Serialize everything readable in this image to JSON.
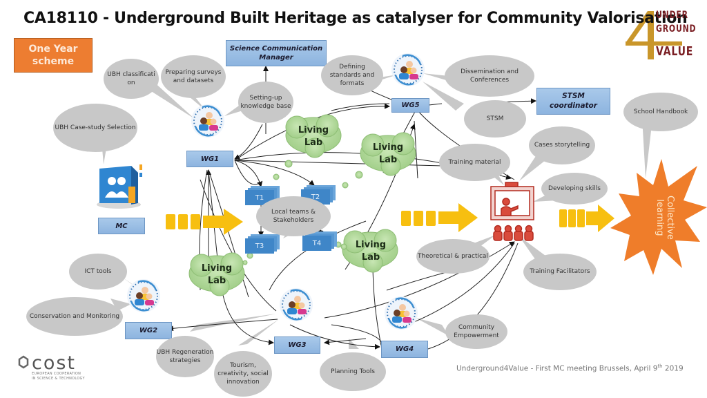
{
  "title": "CA18110 - Underground Built Heritage as catalyser for Community Valorisation",
  "scheme_label": "One Year scheme",
  "logo": {
    "number": "4",
    "lines": [
      "UNDER",
      "GROUND",
      "VALUE"
    ]
  },
  "cost_logo": {
    "word": "cost",
    "line1": "EUROPEAN COOPERATION",
    "line2": "IN SCIENCE & TECHNOLOGY"
  },
  "footer": {
    "text": "Underground4Value  - First MC meeting  Brussels, April 9",
    "sup": "th",
    "year": " 2019"
  },
  "boxes": {
    "scm": "Science Communication Manager",
    "stsm_coord": "STSM coordinator",
    "mc": "MC",
    "wg1": "WG1",
    "wg2": "WG2",
    "wg3": "WG3",
    "wg4": "WG4",
    "wg5": "WG5"
  },
  "tasks": [
    "T1",
    "T2",
    "T3",
    "T4"
  ],
  "living_lab": "Living Lab",
  "collective": "Collective learning",
  "bubbles": {
    "ubh_class": "UBH classificati on",
    "surveys": "Preparing surveys and datasets",
    "knowledge": "Setting-up knowledge base",
    "case_study": "UBH Case-study Selection",
    "standards": "Defining standards and formats",
    "dissemination": "Dissemination and Conferences",
    "stsm": "STSM",
    "school": "School Handbook",
    "cases": "Cases storytelling",
    "training_mat": "Training material",
    "skills": "Developing skills",
    "local_teams": "Local teams & Stakeholders",
    "theoretical": "Theoretical & practical",
    "facilitators": "Training Facilitators",
    "ict": "ICT tools",
    "conservation": "Conservation and Monitoring",
    "regeneration": "UBH Regeneration strategies",
    "tourism": "Tourism, creativity, social innovation",
    "planning": "Planning Tools",
    "community": "Community Empowerment"
  },
  "colors": {
    "orange": "#ed7d31",
    "box_blue": "#9dc1e6",
    "task_blue": "#3f86c8",
    "cloud_green": "#b6dba0",
    "bubble_grey": "#c8c8c8",
    "arrow_yellow": "#f8c312",
    "logo_gold": "#c9962a",
    "logo_maroon": "#7b1f24"
  }
}
